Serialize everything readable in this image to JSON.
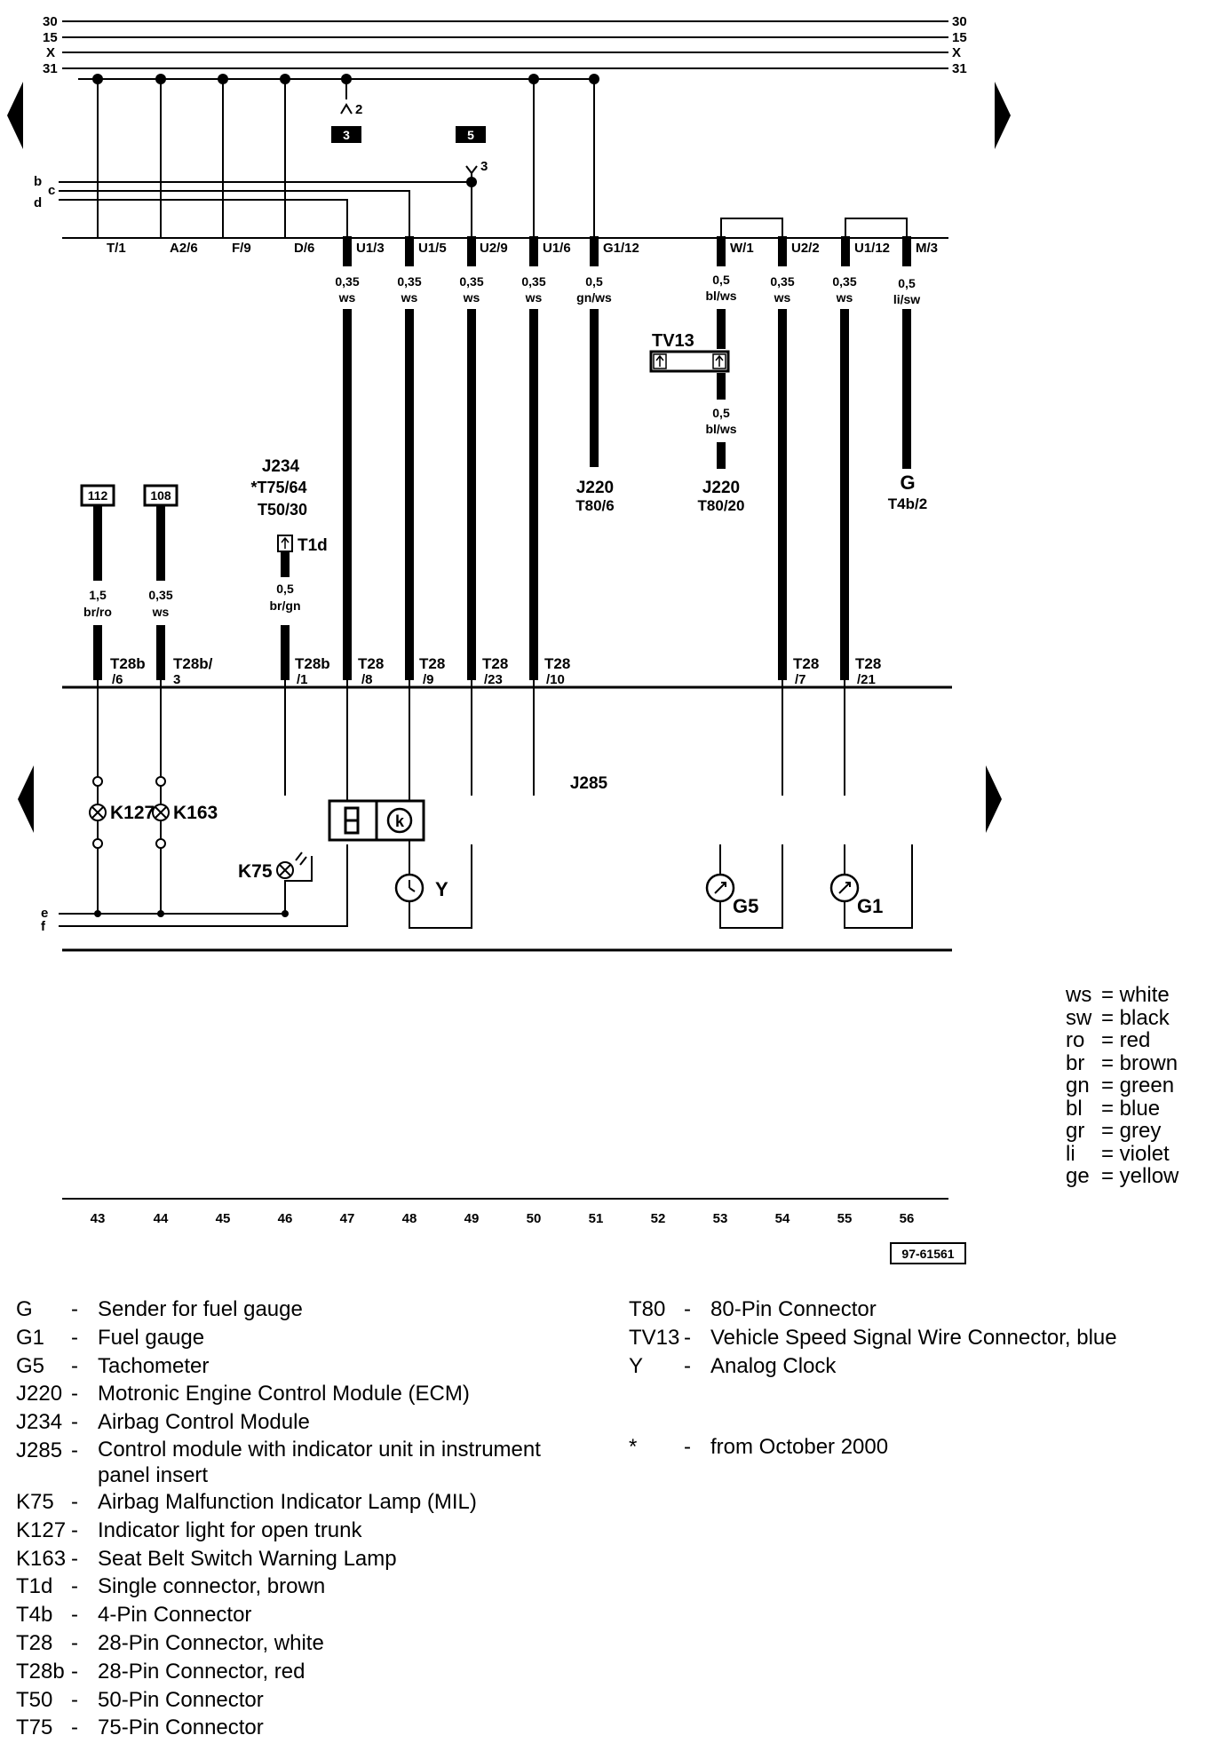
{
  "bus_lines": [
    "30",
    "15",
    "X",
    "31"
  ],
  "bus_branch_marks": [
    "2",
    "3"
  ],
  "side_letters": [
    "b",
    "c",
    "d",
    "e",
    "f"
  ],
  "ref_boxes": [
    "3",
    "5",
    "112",
    "108"
  ],
  "top_connectors": [
    "T/1",
    "A2/6",
    "F/9",
    "D/6",
    "U1/3",
    "U1/5",
    "U2/9",
    "U1/6",
    "G1/12",
    "W/1",
    "U2/2",
    "U1/12",
    "M/3"
  ],
  "wires": [
    {
      "size": "0,35",
      "color": "ws"
    },
    {
      "size": "0,35",
      "color": "ws"
    },
    {
      "size": "0,35",
      "color": "ws"
    },
    {
      "size": "0,35",
      "color": "ws"
    },
    {
      "size": "0,5",
      "color": "gn/ws"
    },
    {
      "size": "0,5",
      "color": "bl/ws"
    },
    {
      "size": "0,35",
      "color": "ws"
    },
    {
      "size": "0,35",
      "color": "ws"
    },
    {
      "size": "0,5",
      "color": "li/sw"
    },
    {
      "size": "0,5",
      "color": "bl/ws"
    },
    {
      "size": "1,5",
      "color": "br/ro"
    },
    {
      "size": "0,35",
      "color": "ws"
    },
    {
      "size": "0,5",
      "color": "br/gn"
    }
  ],
  "components": {
    "tv13": "TV13",
    "j220_a": "J220",
    "t80_6": "T80/6",
    "j220_b": "J220",
    "t80_20": "T80/20",
    "g": "G",
    "t4b_2": "T4b/2",
    "j234": "J234",
    "t75_64": "*T75/64",
    "t50_30": "T50/30",
    "t1d": "T1d",
    "j285": "J285",
    "k127": "K127",
    "k163": "K163",
    "k75": "K75",
    "y": "Y",
    "g5": "G5",
    "g1": "G1"
  },
  "bottom_connectors": [
    {
      "name": "T28b",
      "pin": "/6"
    },
    {
      "name": "T28b/",
      "pin": "3"
    },
    {
      "name": "T28b",
      "pin": "/1"
    },
    {
      "name": "T28",
      "pin": "/8"
    },
    {
      "name": "T28",
      "pin": "/9"
    },
    {
      "name": "T28",
      "pin": "/23"
    },
    {
      "name": "T28",
      "pin": "/10"
    },
    {
      "name": "T28",
      "pin": "/7"
    },
    {
      "name": "T28",
      "pin": "/21"
    }
  ],
  "track_numbers": [
    "43",
    "44",
    "45",
    "46",
    "47",
    "48",
    "49",
    "50",
    "51",
    "52",
    "53",
    "54",
    "55",
    "56"
  ],
  "diagram_id": "97-61561",
  "color_key": [
    {
      "code": "ws",
      "meaning": "= white"
    },
    {
      "code": "sw",
      "meaning": "= black"
    },
    {
      "code": "ro",
      "meaning": "= red"
    },
    {
      "code": "br",
      "meaning": "= brown"
    },
    {
      "code": "gn",
      "meaning": "= green"
    },
    {
      "code": "bl",
      "meaning": "= blue"
    },
    {
      "code": "gr",
      "meaning": "= grey"
    },
    {
      "code": "li",
      "meaning": "= violet"
    },
    {
      "code": "ge",
      "meaning": "= yellow"
    }
  ],
  "legend_left": [
    {
      "code": "G",
      "desc": "Sender for fuel gauge"
    },
    {
      "code": "G1",
      "desc": "Fuel gauge"
    },
    {
      "code": "G5",
      "desc": "Tachometer"
    },
    {
      "code": "J220",
      "desc": "Motronic Engine Control Module (ECM)"
    },
    {
      "code": "J234",
      "desc": "Airbag Control Module"
    },
    {
      "code": "J285",
      "desc": "Control module with indicator unit in instrument panel insert"
    },
    {
      "code": "K75",
      "desc": "Airbag Malfunction Indicator Lamp (MIL)"
    },
    {
      "code": "K127",
      "desc": "Indicator light for open trunk"
    },
    {
      "code": "K163",
      "desc": "Seat Belt Switch Warning Lamp"
    },
    {
      "code": "T1d",
      "desc": "Single connector, brown"
    },
    {
      "code": "T4b",
      "desc": "4-Pin Connector"
    },
    {
      "code": "T28",
      "desc": "28-Pin Connector, white"
    },
    {
      "code": "T28b",
      "desc": "28-Pin Connector, red"
    },
    {
      "code": "T50",
      "desc": "50-Pin Connector"
    },
    {
      "code": "T75",
      "desc": "75-Pin Connector"
    }
  ],
  "legend_right": [
    {
      "code": "T80",
      "desc": "80-Pin Connector"
    },
    {
      "code": "TV13",
      "desc": "Vehicle Speed Signal Wire Connector, blue"
    },
    {
      "code": "Y",
      "desc": "Analog Clock"
    },
    {
      "code": "*",
      "desc": "from October 2000"
    }
  ]
}
